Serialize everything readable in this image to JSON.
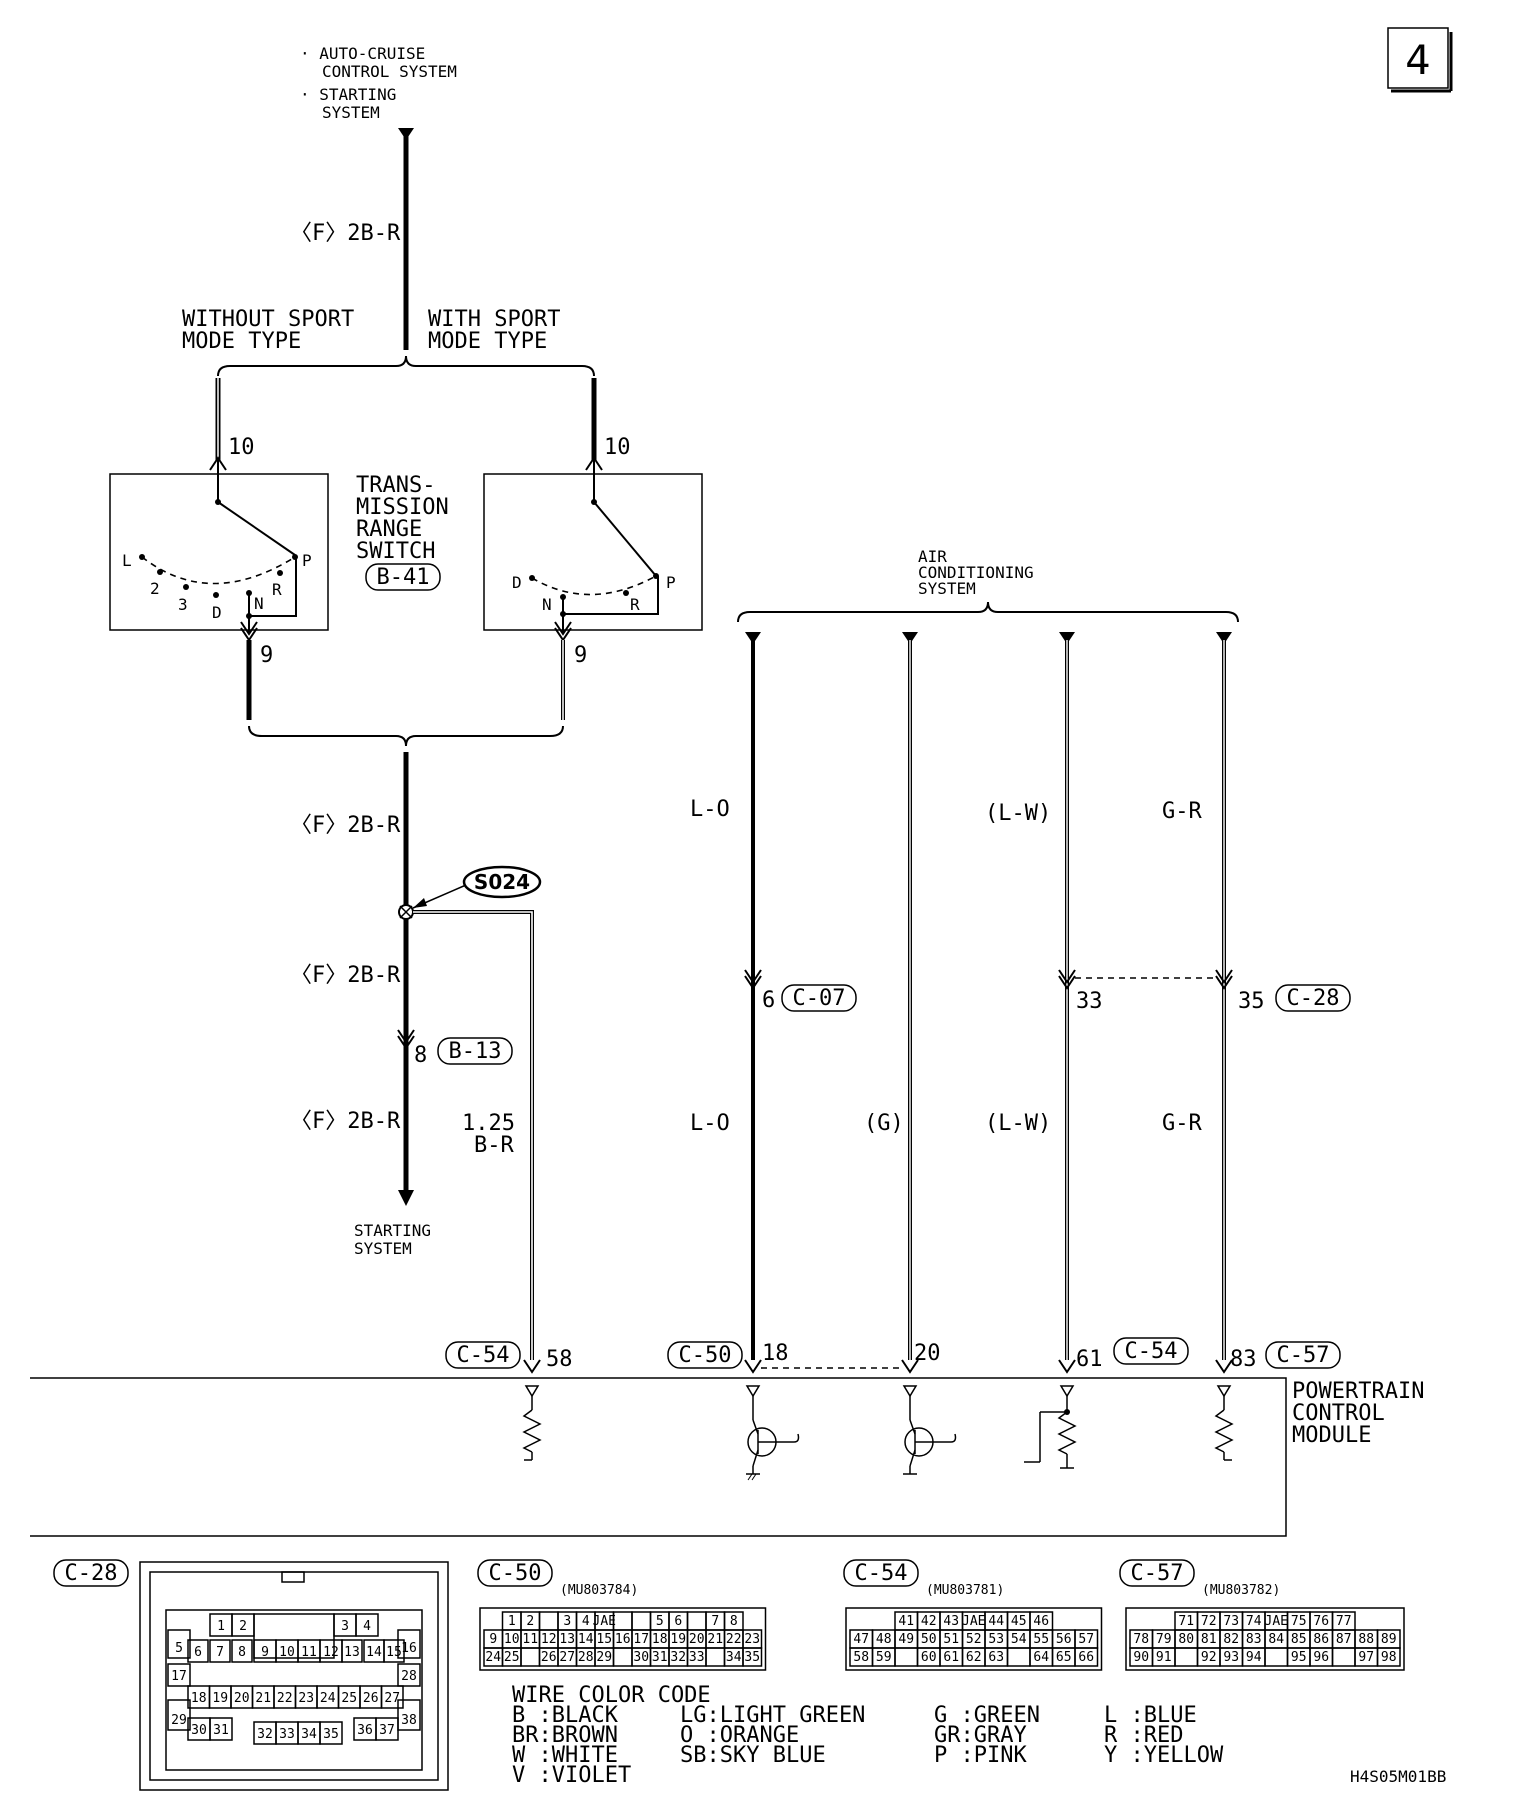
{
  "page_marker": "4",
  "diagram_code": "H4S05M01BB",
  "top_systems": [
    "· AUTO-CRUISE",
    "CONTROL SYSTEM",
    "· STARTING",
    "SYSTEM"
  ],
  "wire_top": "〈F〉2B-R",
  "variants": {
    "without_sport": [
      "WITHOUT SPORT",
      "MODE TYPE"
    ],
    "with_sport": [
      "WITH SPORT",
      "MODE TYPE"
    ]
  },
  "switch": {
    "name": [
      "TRANS-",
      "MISSION",
      "RANGE",
      "SWITCH"
    ],
    "connector": "B-41",
    "pin_top": "10",
    "pin_bottom": "9",
    "left_positions": [
      "L",
      "2",
      "3",
      "D",
      "N",
      "R",
      "P"
    ],
    "right_positions": [
      "D",
      "N",
      "R",
      "P"
    ]
  },
  "wire_mid1": "〈F〉2B-R",
  "splice": "S024",
  "wire_mid2": "〈F〉2B-R",
  "conn_b13": {
    "pin": "8",
    "id": "B-13"
  },
  "wire_mid3": "〈F〉2B-R",
  "wire_125": [
    "1.25",
    "B-R"
  ],
  "bottom_system": [
    "STARTING",
    "SYSTEM"
  ],
  "ac_system": [
    "AIR",
    "CONDITIONING",
    "SYSTEM"
  ],
  "wires": {
    "lo_top": "L-O",
    "lo_bot": "L-O",
    "g_bot": "(G)",
    "lw_top": "(L-W)",
    "lw_bot": "(L-W)",
    "gr_top": "G-R",
    "gr_bot": "G-R"
  },
  "mid_pins": {
    "c07_pin": "6",
    "c07": "C-07",
    "p33": "33",
    "p35": "35",
    "c28": "C-28"
  },
  "pcm_pins": {
    "c54a": "C-54",
    "p58": "58",
    "c50": "C-50",
    "p18": "18",
    "p20": "20",
    "p61": "61",
    "c54b": "C-54",
    "p83": "83",
    "c57": "C-57"
  },
  "pcm": [
    "POWERTRAIN",
    "CONTROL",
    "MODULE"
  ],
  "connectors": {
    "c28": {
      "id": "C-28",
      "rows": [
        [
          "1",
          "2",
          "3",
          "4"
        ],
        [
          "5",
          "16"
        ],
        [
          "6",
          "7",
          "8",
          "9",
          "10",
          "11",
          "12",
          "13",
          "14",
          "15"
        ],
        [
          "17",
          "28"
        ],
        [
          "18",
          "19",
          "20",
          "21",
          "22",
          "23",
          "24",
          "25",
          "26",
          "27"
        ],
        [
          "29",
          "38"
        ],
        [
          "30",
          "31",
          "32",
          "33",
          "34",
          "35",
          "36",
          "37"
        ]
      ]
    },
    "c50": {
      "id": "C-50",
      "part": "(MU803784)",
      "maker": "JAE",
      "rows": [
        [
          "1",
          "2",
          "",
          "3",
          "4",
          "JAE",
          "",
          "",
          "5",
          "6",
          "",
          "7",
          "8"
        ],
        [
          "9",
          "10",
          "11",
          "12",
          "13",
          "14",
          "15",
          "16",
          "17",
          "18",
          "19",
          "20",
          "21",
          "22",
          "23"
        ],
        [
          "24",
          "25",
          "",
          "26",
          "27",
          "28",
          "29",
          "",
          "30",
          "31",
          "32",
          "33",
          "",
          "34",
          "35"
        ]
      ]
    },
    "c54": {
      "id": "C-54",
      "part": "(MU803781)",
      "maker": "JAE",
      "rows": [
        [
          "41",
          "42",
          "43",
          "JAE",
          "44",
          "45",
          "46"
        ],
        [
          "47",
          "48",
          "49",
          "50",
          "51",
          "52",
          "53",
          "54",
          "55",
          "56",
          "57"
        ],
        [
          "58",
          "59",
          "",
          "60",
          "61",
          "62",
          "63",
          "",
          "64",
          "65",
          "66"
        ]
      ]
    },
    "c57": {
      "id": "C-57",
      "part": "(MU803782)",
      "maker": "JAE",
      "rows": [
        [
          "71",
          "72",
          "73",
          "74",
          "JAE",
          "75",
          "76",
          "77"
        ],
        [
          "78",
          "79",
          "80",
          "81",
          "82",
          "83",
          "84",
          "85",
          "86",
          "87",
          "88",
          "89"
        ],
        [
          "90",
          "91",
          "",
          "92",
          "93",
          "94",
          "",
          "95",
          "96",
          "",
          "97",
          "98"
        ]
      ]
    }
  },
  "legend": {
    "title": "WIRE COLOR CODE",
    "col1": [
      "B :BLACK",
      "BR:BROWN",
      "W :WHITE",
      "V :VIOLET"
    ],
    "col2": [
      "LG:LIGHT GREEN",
      "O :ORANGE",
      "SB:SKY BLUE"
    ],
    "col3": [
      "G :GREEN",
      "GR:GRAY",
      "P :PINK"
    ],
    "col4": [
      "L :BLUE",
      "R :RED",
      "Y :YELLOW"
    ]
  }
}
